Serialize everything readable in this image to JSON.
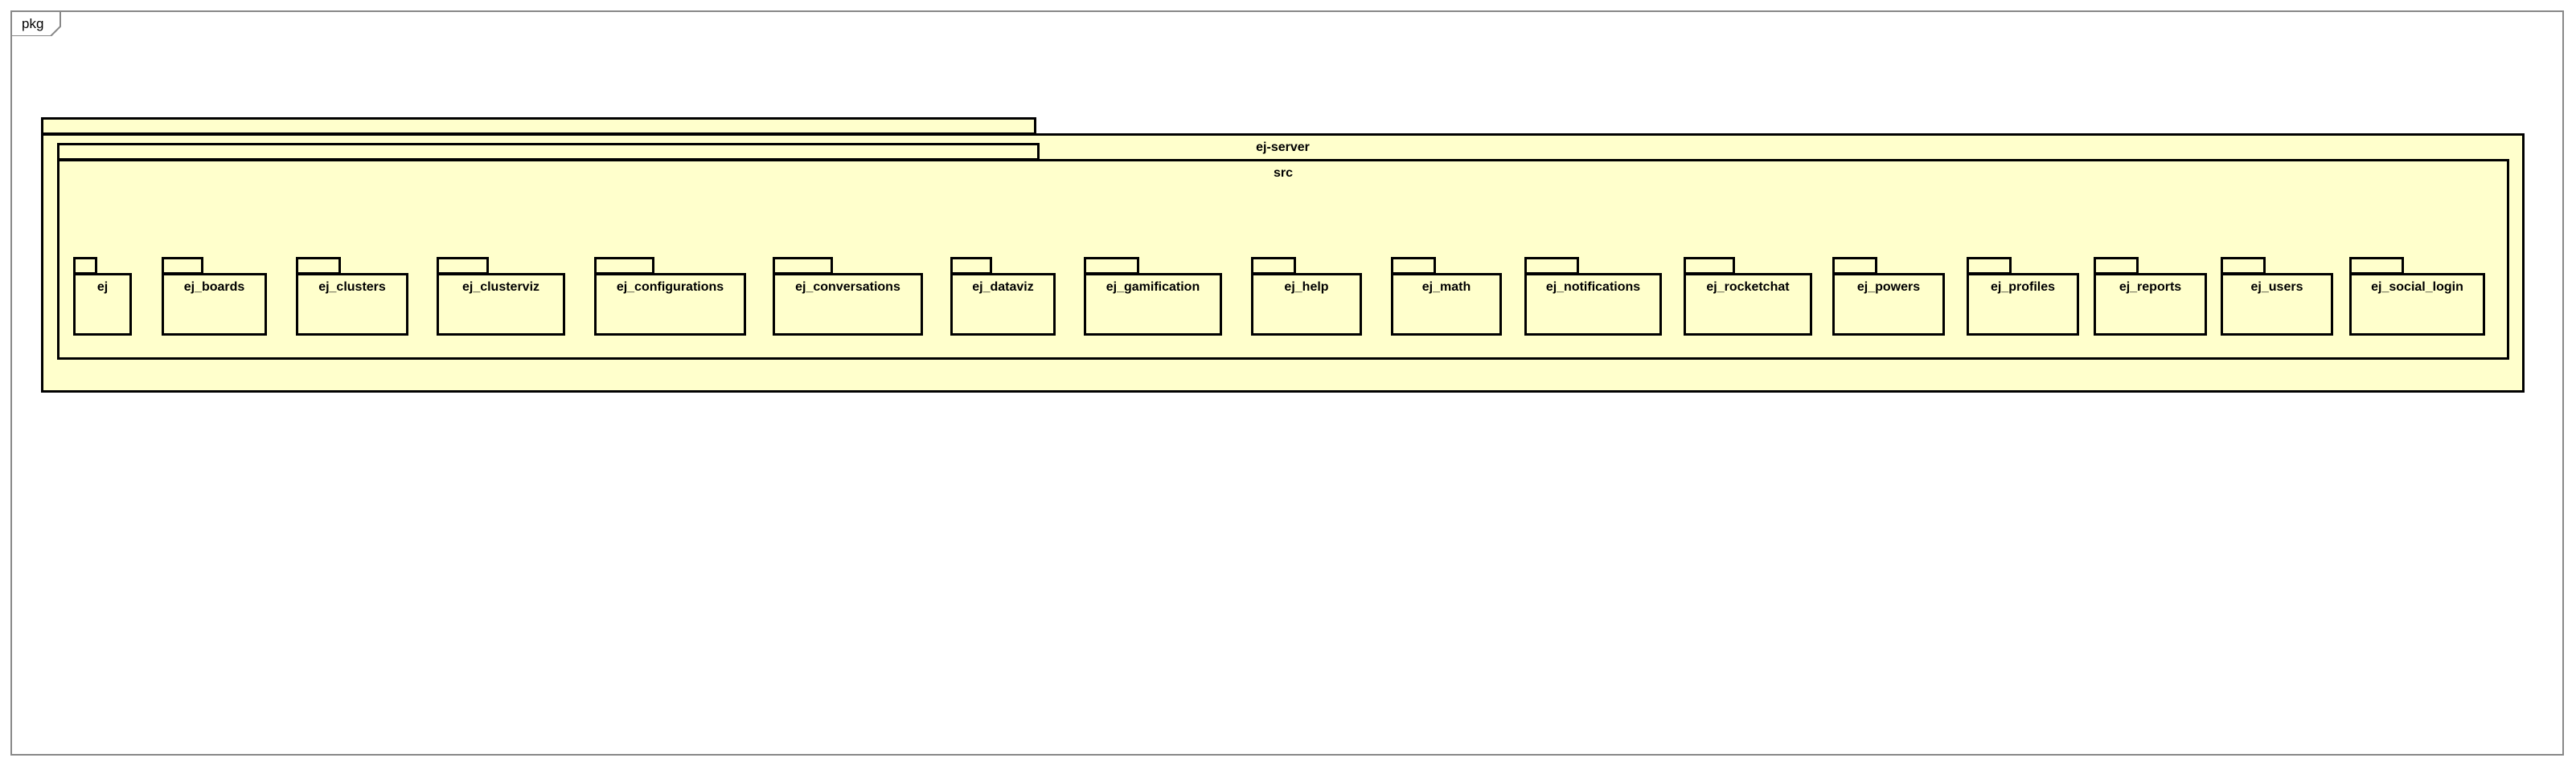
{
  "frame": {
    "label": "pkg"
  },
  "diagram": {
    "outer_package": "ej-server",
    "inner_package": "src",
    "leaf_packages": [
      "ej",
      "ej_boards",
      "ej_clusters",
      "ej_clusterviz",
      "ej_configurations",
      "ej_conversations",
      "ej_dataviz",
      "ej_gamification",
      "ej_help",
      "ej_math",
      "ej_notifications",
      "ej_rocketchat",
      "ej_powers",
      "ej_profiles",
      "ej_reports",
      "ej_users",
      "ej_social_login"
    ]
  },
  "colors": {
    "package_fill": "#ffffcc",
    "package_border": "#000000",
    "frame_border": "#888888"
  }
}
